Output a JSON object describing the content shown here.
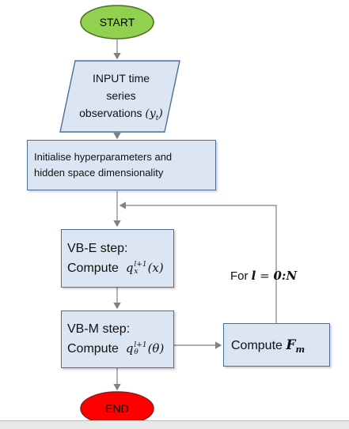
{
  "start_label": "START",
  "end_label": "END",
  "input_box": {
    "line1": "INPUT time",
    "line2": "series",
    "line3": "observations",
    "symbol": "(y",
    "symbol_sub": "t",
    "symbol_close": ")"
  },
  "init_box": {
    "line1": "Initialise hyperparameters and",
    "line2": "hidden space dimensionality"
  },
  "vbe_box": {
    "line1": "VB-E step:",
    "line2_prefix": "Compute",
    "math_base": "q",
    "math_sup": "l+1",
    "math_sub": "x",
    "math_arg": "(x)"
  },
  "vbm_box": {
    "line1": "VB-M step:",
    "line2_prefix": "Compute",
    "math_base": "q",
    "math_sup": "l+1",
    "math_sub": "θ",
    "math_arg": "(θ)"
  },
  "fm_box": {
    "prefix": "Compute ",
    "math_base": "F",
    "math_sub": "m"
  },
  "loop_label": {
    "prefix": "For ",
    "var": "l",
    "eq": " = ",
    "range": "0:N"
  },
  "colors": {
    "start_fill": "#92d050",
    "end_fill": "#ff0000",
    "box_fill": "#dce6f2",
    "box_border": "#4a6f9a",
    "connector": "#808080"
  }
}
